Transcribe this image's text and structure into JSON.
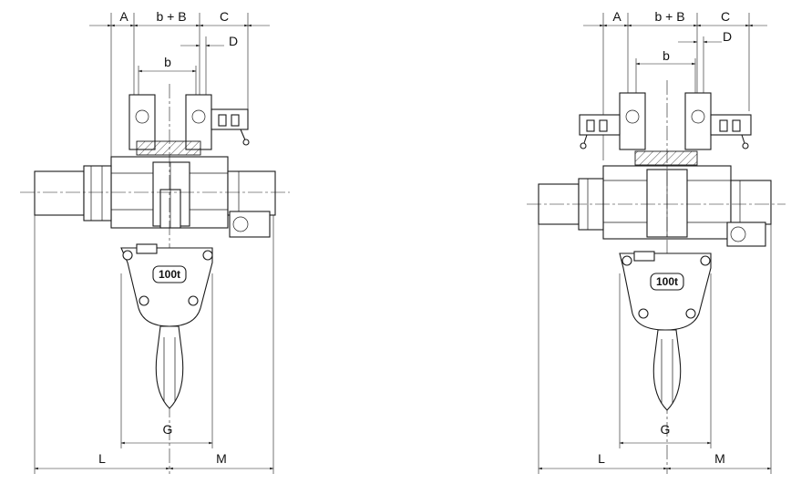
{
  "views": [
    {
      "name": "left-view",
      "labels": {
        "A": "A",
        "bB": "b + B",
        "C": "C",
        "D": "D",
        "b": "b",
        "G": "G",
        "L": "L",
        "M": "M"
      },
      "capacity": "100t"
    },
    {
      "name": "right-view",
      "labels": {
        "A": "A",
        "bB": "b + B",
        "C": "C",
        "D": "D",
        "b": "b",
        "G": "G",
        "L": "L",
        "M": "M"
      },
      "capacity": "100t"
    }
  ]
}
